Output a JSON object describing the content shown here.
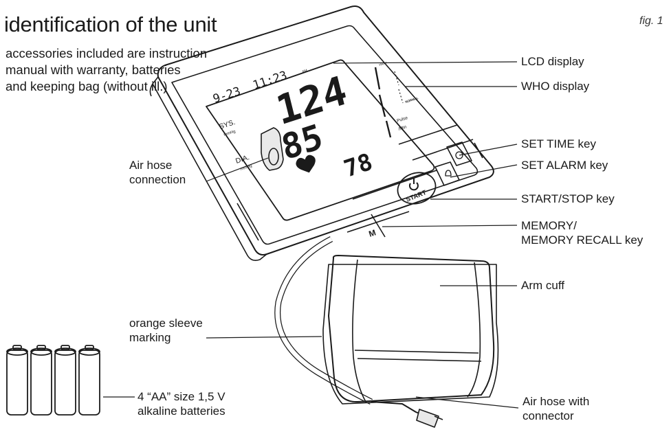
{
  "heading": "identification of the unit",
  "figure_label": "fig. 1",
  "intro_lines": [
    "accessories included are instruction",
    "manual with warranty, batteries",
    "and keeping bag (without ill.)"
  ],
  "labels": {
    "lcd_display": "LCD display",
    "who_display": "WHO display",
    "set_time_key": "SET TIME key",
    "set_alarm_key": "SET ALARM key",
    "start_stop_key": "START/STOP key",
    "memory_key_line1": "MEMORY/",
    "memory_key_line2": "MEMORY RECALL key",
    "arm_cuff": "Arm cuff",
    "air_hose_connector_line1": "Air hose with",
    "air_hose_connector_line2": "connector",
    "air_hose_connection_line1": "Air hose",
    "air_hose_connection_line2": "connection",
    "sleeve_line1": "orange sleeve",
    "sleeve_line2": "marking",
    "batteries_line1": "4 “AA” size 1,5 V",
    "batteries_line2": "alkaline batteries"
  },
  "device": {
    "date": "9-23",
    "time": "11:23",
    "am": "AM",
    "systolic": "124",
    "diastolic": "85",
    "pulse": "78",
    "sys_label": "SYS.",
    "dia_label": "DIA.",
    "unit": "mmHg",
    "pulse_label": "Pulse",
    "pulse_unit": "/Min",
    "who_high": "HIGH",
    "who_normal": "NORMAL",
    "start_label": "START",
    "memory_button": "M"
  }
}
